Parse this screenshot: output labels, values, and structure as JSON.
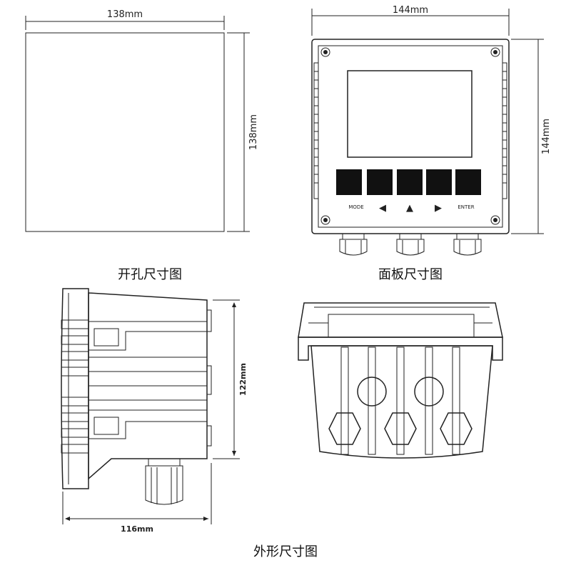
{
  "cutout": {
    "width_label": "138mm",
    "height_label": "138mm",
    "caption": "开孔尺寸图"
  },
  "panel": {
    "width_label": "144mm",
    "height_label": "144mm",
    "caption": "面板尺寸图",
    "buttons": [
      "MODE",
      "◀",
      "▲",
      "▶",
      "ENTER"
    ]
  },
  "side_view": {
    "height_label": "122mm",
    "depth_label": "116mm"
  },
  "outline": {
    "caption": "外形尺寸图"
  }
}
